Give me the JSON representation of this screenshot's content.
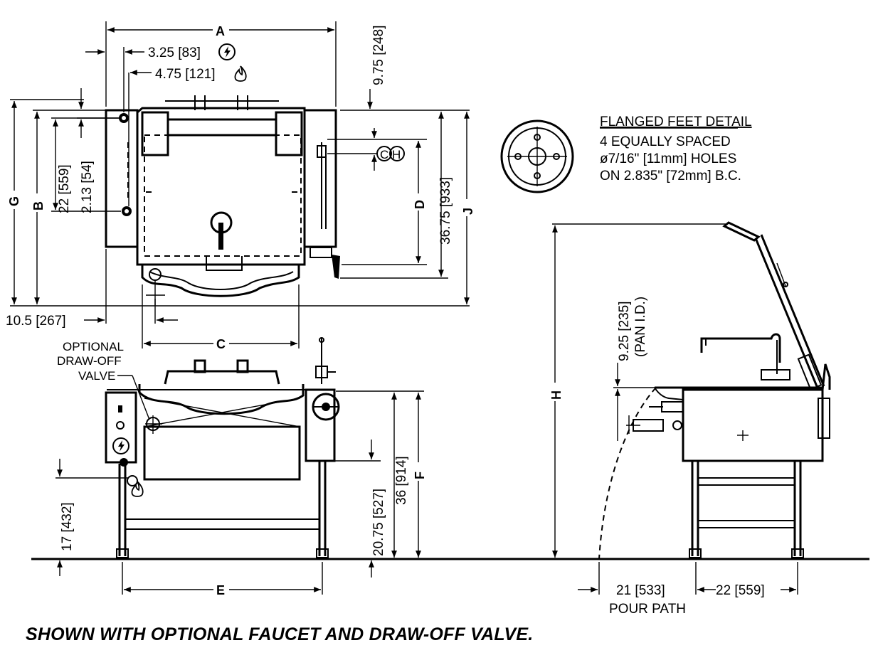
{
  "dimensions": {
    "A": "A",
    "B": "B",
    "C": "C",
    "D": "D",
    "E": "E",
    "F": "F",
    "G": "G",
    "H": "H",
    "J": "J",
    "elec_offset": "3.25 [83]",
    "gas_offset": "4.75 [121]",
    "top_clearance": "9.75 [248]",
    "depth_22": "22 [559]",
    "depth_213": "2.13 [54]",
    "front_offset": "10.5 [267]",
    "d_3675": "36.75 [933]",
    "height_17": "17 [432]",
    "height_2075": "20.75 [527]",
    "height_36": "36 [914]",
    "pan_depth": "9.25 [235]",
    "pan_id": "(PAN I.D.)",
    "pour_21": "21 [533]",
    "pour_path": "POUR PATH",
    "leg_22": "22 [559]"
  },
  "symbols": {
    "cold": "C",
    "hot": "H"
  },
  "labels": {
    "optional_valve_1": "OPTIONAL",
    "optional_valve_2": "DRAW-OFF",
    "optional_valve_3": "VALVE"
  },
  "flanged_feet": {
    "title": "FLANGED FEET DETAIL",
    "line1": "4 EQUALLY SPACED",
    "line2": "ø7/16\" [11mm] HOLES",
    "line3": "ON 2.835\" [72mm] B.C."
  },
  "icons": {
    "electric": "lightning-bolt-icon",
    "gas": "flame-icon"
  },
  "caption": "SHOWN WITH OPTIONAL FAUCET AND DRAW-OFF VALVE."
}
